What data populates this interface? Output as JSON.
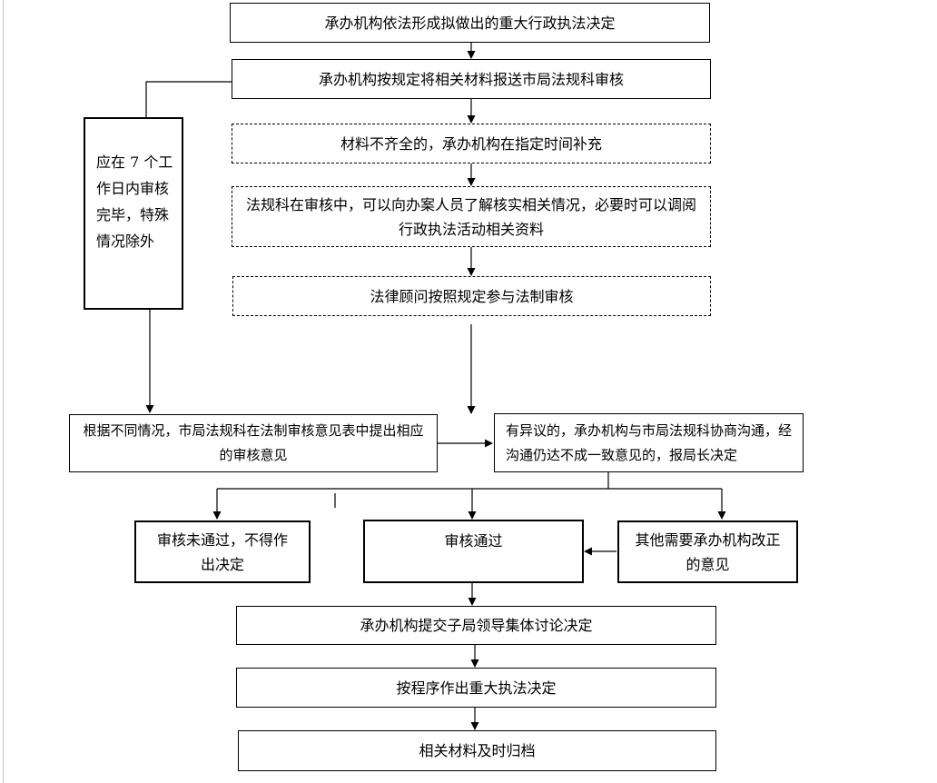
{
  "steps": {
    "s1": "承办机构依法形成拟做出的重大行政执法决定",
    "s2": "承办机构按规定将相关材料报送市局法规科审核",
    "s3": "材料不齐全的，承办机构在指定时间补充",
    "s4": "法规科在审核中，可以向办案人员了解核实相关情况，必要时可以调阅行政执法活动相关资料",
    "s5": "法律顾问按照规定参与法制审核",
    "side": "应在 7 个工作日内审核完毕，特殊情况除外",
    "opinion": "根据不同情况，市局法规科在法制审核意见表中提出相应的审核意见",
    "dispute": "有异议的，承办机构与市局法规科协商沟通，经沟通仍达不成一致意见的，报局长决定",
    "fail": "审核未通过，不得作出决定",
    "pass": "审核通过",
    "other": "其他需要承办机构改正的意见",
    "collective": "承办机构提交子局领导集体讨论决定",
    "decision": "按程序作出重大执法决定",
    "archive": "相关材料及时归档"
  }
}
